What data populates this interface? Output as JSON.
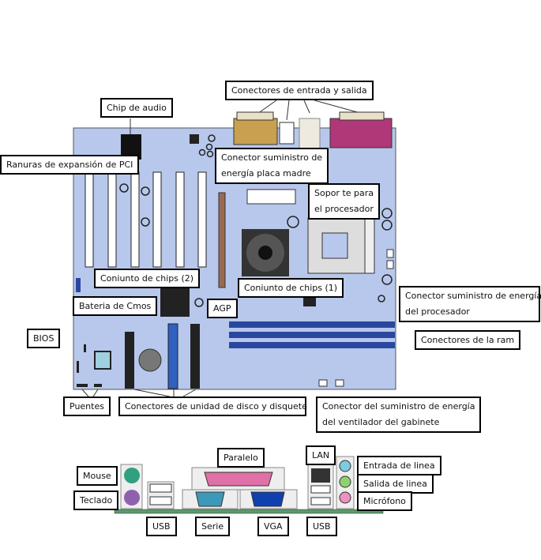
{
  "colors": {
    "board": "#b8c8ec",
    "io_serial": "#c8a050",
    "io_parallel": "#b03878",
    "ram": "#2848a0",
    "ide_blue": "#3060c0",
    "agp": "#9a6a50",
    "green_strip": "#5a9a6a"
  },
  "board_labels": {
    "io": "Conectores de entrada y salida",
    "audio": "Chip de audio",
    "pci": "Ranuras de expansión de PCI",
    "power_main": [
      "Conector suministro de",
      "energía placa madre"
    ],
    "socket": [
      "Sopor te para",
      "el procesador"
    ],
    "chipset2": "Coniunto de chips (2)",
    "chipset1": "Coniunto de chips (1)",
    "battery": "Bateria de Cmos",
    "agp": "AGP",
    "power_cpu": [
      "Conector suministro de energía",
      "del procesador"
    ],
    "bios": "BIOS",
    "ram": "Conectores de la ram",
    "jumpers": "Puentes",
    "drives": "Conectores de unidad de disco y disquete",
    "fan": [
      "Conector del suministro de energía",
      "del ventilador del gabinete"
    ]
  },
  "panel_labels": {
    "parallel": "Paralelo",
    "lan": "LAN",
    "mouse": "Mouse",
    "keyboard": "Teclado",
    "line_in": "Entrada de linea",
    "line_out": "Salida de linea",
    "mic": "Micrófono",
    "usb1": "USB",
    "serial": "Serie",
    "vga": "VGA",
    "usb2": "USB"
  }
}
